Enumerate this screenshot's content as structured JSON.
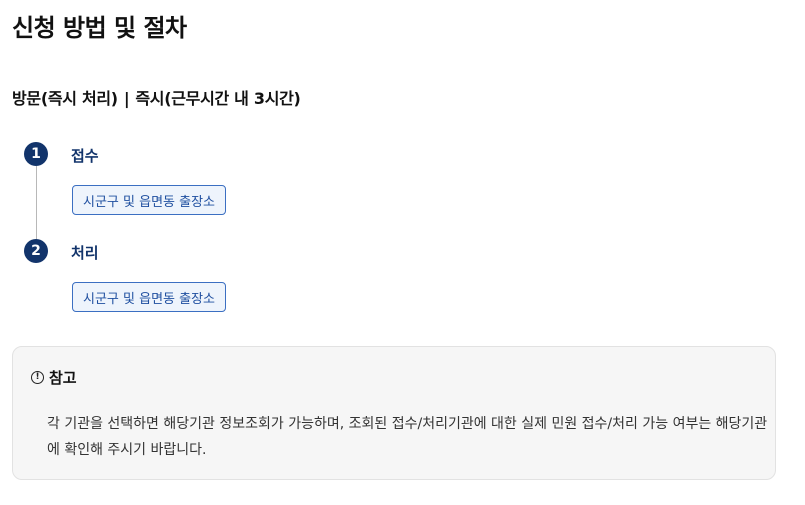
{
  "page": {
    "title": "신청 방법 및 절차"
  },
  "method": {
    "type": "방문(즉시 처리)",
    "separator": "|",
    "duration": "즉시(근무시간 내 3시간)"
  },
  "steps": [
    {
      "number": "1",
      "title": "접수",
      "office": "시군구 및 읍면동 출장소"
    },
    {
      "number": "2",
      "title": "처리",
      "office": "시군구 및 읍면동 출장소"
    }
  ],
  "notice": {
    "icon": "info-circle-icon",
    "title": "참고",
    "body": "각 기관을 선택하면 해당기관 정보조회가 가능하며, 조회된 접수/처리기관에 대한 실제 민원 접수/처리 가능 여부는 해당기관에 확인해 주시기 바랍니다."
  },
  "colors": {
    "step_badge": "#12346b",
    "tag_border": "#3b6fc2",
    "tag_text": "#1f4fa0",
    "notice_bg": "#f6f6f6"
  }
}
